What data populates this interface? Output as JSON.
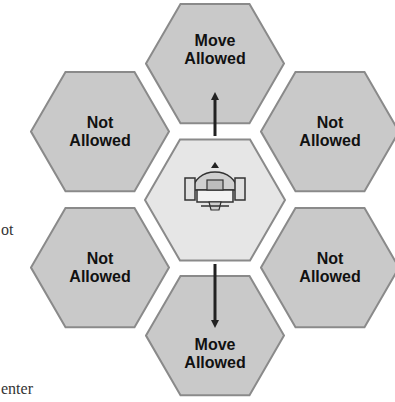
{
  "diagram": {
    "nodes": [
      {
        "text": [
          "Move Allowed"
        ]
      },
      {
        "text": [
          "Not Allowed"
        ]
      },
      {
        "text": [
          "Not Allowed"
        ]
      },
      {
        "text": [
          "Not Allowed"
        ]
      },
      {
        "text": [
          "Not Allowed"
        ]
      },
      {
        "text": [
          "Move Allowed"
        ]
      }
    ],
    "labels": [
      "ot",
      "enter"
    ]
  }
}
